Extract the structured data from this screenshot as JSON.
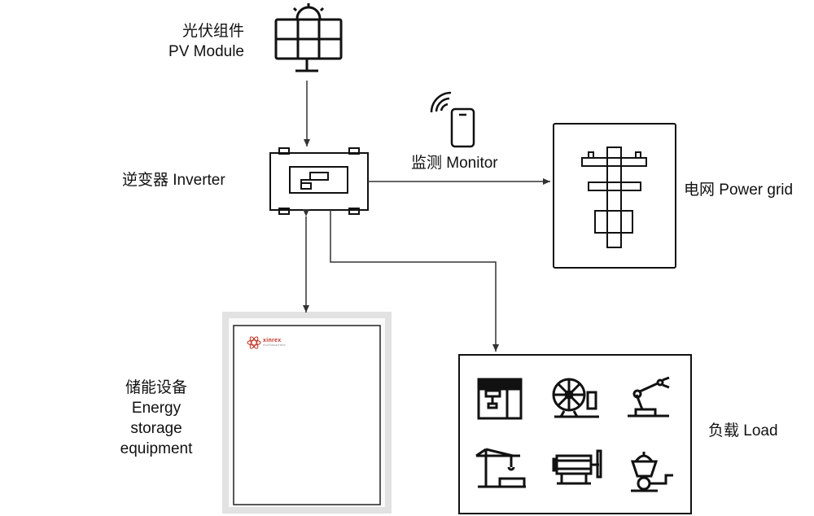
{
  "pv_module": {
    "label_zh": "光伏组件",
    "label_en": "PV Module",
    "icon": "solar-panel-icon"
  },
  "inverter": {
    "label": "逆变器 Inverter",
    "icon": "inverter-icon"
  },
  "monitor": {
    "label": "监测 Monitor",
    "icon": "smartphone-wifi-icon"
  },
  "power_grid": {
    "label": "电网 Power grid",
    "icon": "utility-pole-icon"
  },
  "storage": {
    "label_lines": [
      "储能设备",
      "Energy",
      "storage",
      "equipment"
    ],
    "brand_text": "xinrex",
    "brand_subtext": "PHOTOELECTRIC"
  },
  "load": {
    "label": "负载 Load",
    "icons": [
      "cnc-machine-icon",
      "cable-drum-machine-icon",
      "robotic-arm-icon",
      "tower-crane-icon",
      "motor-icon",
      "cement-mixer-icon"
    ]
  },
  "colors": {
    "line": "#333333",
    "stroke": "#111111",
    "brand": "#c03020"
  }
}
